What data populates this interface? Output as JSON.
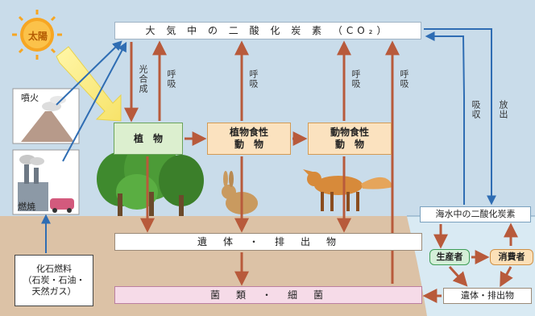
{
  "title": "大 気 中 の 二 酸 化 炭 素 （CO₂）",
  "sun": "太陽",
  "volcano": "噴火",
  "combustion": "燃焼",
  "fossil_fuel": {
    "line1": "化石燃料",
    "line2": "（石炭・石油・",
    "line3": "天然ガス）"
  },
  "nodes": {
    "plant": "植　物",
    "herbivore": "植物食性\n動　物",
    "carnivore": "動物食性\n動　物",
    "remains": "遺　体　・　排　出　物",
    "fungi": "菌　類　・　細　菌",
    "sea_co2": "海水中の二酸化炭素",
    "producer": "生産者",
    "consumer": "消費者",
    "sea_remains": "遺体・排出物"
  },
  "process_labels": {
    "photosynthesis": "光合成",
    "respiration": "呼吸",
    "absorb": "吸収",
    "release": "放出"
  },
  "colors": {
    "land": "#dcc2a6",
    "sea": "#d9eaf3",
    "sky": "#c9dcea",
    "brown_arrow": "#b85a3b",
    "blue_arrow": "#2f6db3"
  }
}
